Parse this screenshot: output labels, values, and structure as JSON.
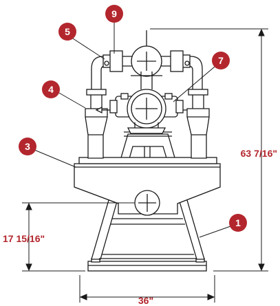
{
  "callouts": [
    "1",
    "3",
    "4",
    "5",
    "7",
    "9"
  ],
  "dimensions": {
    "overall_height": "63 7/16\"",
    "inlet_height": "17 15/16\"",
    "base_width": "36\""
  },
  "colors": {
    "callout_fill": "#b3262d",
    "callout_text": "#ffffff",
    "line": "#1a1a1a",
    "dimension_text": "#b3262d"
  }
}
